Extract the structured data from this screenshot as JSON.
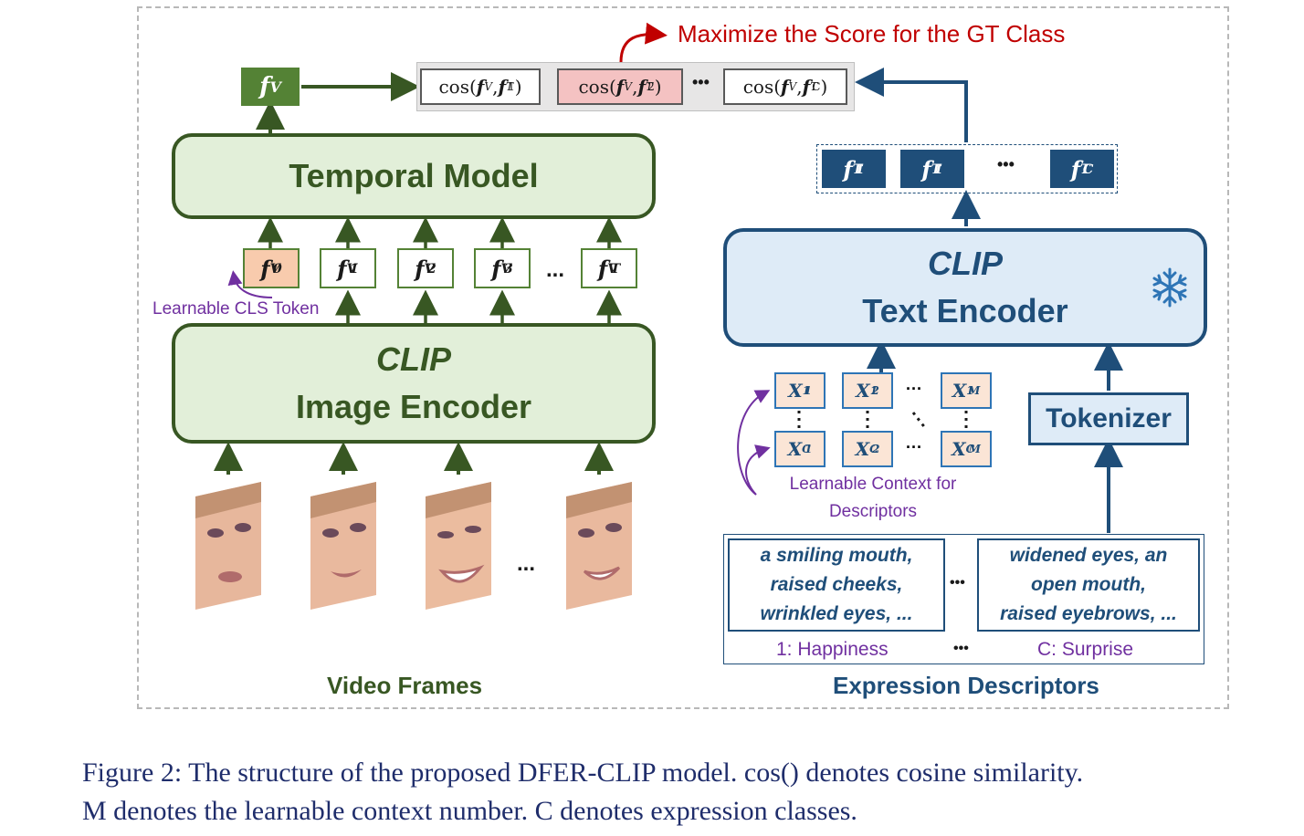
{
  "left": {
    "fv_output": "f",
    "fv_output_sup": "V",
    "temporal_model": "Temporal Model",
    "image_encoder_line1": "CLIP",
    "image_encoder_line2": "Image Encoder",
    "tokens": [
      {
        "sub": "0",
        "sup": "V"
      },
      {
        "sub": "1",
        "sup": "V"
      },
      {
        "sub": "2",
        "sup": "V"
      },
      {
        "sub": "3",
        "sup": "V"
      },
      {
        "sub": "T",
        "sup": "V"
      }
    ],
    "cls_label": "Learnable CLS Token",
    "video_frames_label": "Video Frames",
    "ellipsis": "..."
  },
  "top": {
    "maximize_label": "Maximize the Score for the GT Class",
    "cos_terms": [
      {
        "prefix": "cos(",
        "f": "f",
        "sup1": "V",
        "f2": "f",
        "sub2": "1",
        "sup2": "T"
      },
      {
        "prefix": "cos(",
        "f": "f",
        "sup1": "V",
        "f2": "f",
        "sub2": "2",
        "sup2": "T"
      },
      {
        "prefix": "cos(",
        "f": "f",
        "sup1": "V",
        "f2": "f",
        "sub2": "C",
        "sup2": "T"
      }
    ],
    "ellipsis": "•••"
  },
  "right": {
    "text_encoder_line1": "CLIP",
    "text_encoder_line2": "Text Encoder",
    "tokenizer": "Tokenizer",
    "text_tokens": [
      {
        "sub": "1",
        "sup": "T"
      },
      {
        "sub": "1",
        "sup": "T"
      },
      {
        "sub": "C",
        "sup": "T"
      }
    ],
    "context_tokens_row1": [
      {
        "sub": "1",
        "sup": "1"
      },
      {
        "sub": "2",
        "sup": "1"
      },
      {
        "sub": "M",
        "sup": "1"
      }
    ],
    "context_tokens_row2": [
      {
        "sub": "1",
        "sup": "C"
      },
      {
        "sub": "2",
        "sup": "C"
      },
      {
        "sub": "M",
        "sup": "C"
      }
    ],
    "context_label_line1": "Learnable Context for",
    "context_label_line2": "Descriptors",
    "descriptors": [
      {
        "text_l1": "a smiling mouth,",
        "text_l2": "raised cheeks,",
        "text_l3": "wrinkled eyes, ...",
        "class": "1: Happiness"
      },
      {
        "text_l1": "widened eyes, an",
        "text_l2": "open mouth,",
        "text_l3": "raised eyebrows, ...",
        "class": "C: Surprise"
      }
    ],
    "expression_label": "Expression Descriptors"
  },
  "caption": {
    "line1": "Figure 2: The structure of the proposed DFER-CLIP model. cos() denotes cosine similarity.",
    "line2": "M denotes the learnable context number. C denotes expression classes."
  },
  "colors": {
    "green_dark": "#385723",
    "green_fill": "#e2efd9",
    "blue_dark": "#1f4e79",
    "blue_fill": "#deebf7",
    "red": "#c00000",
    "purple": "#7030a0",
    "highlight": "#f4c2c2"
  }
}
